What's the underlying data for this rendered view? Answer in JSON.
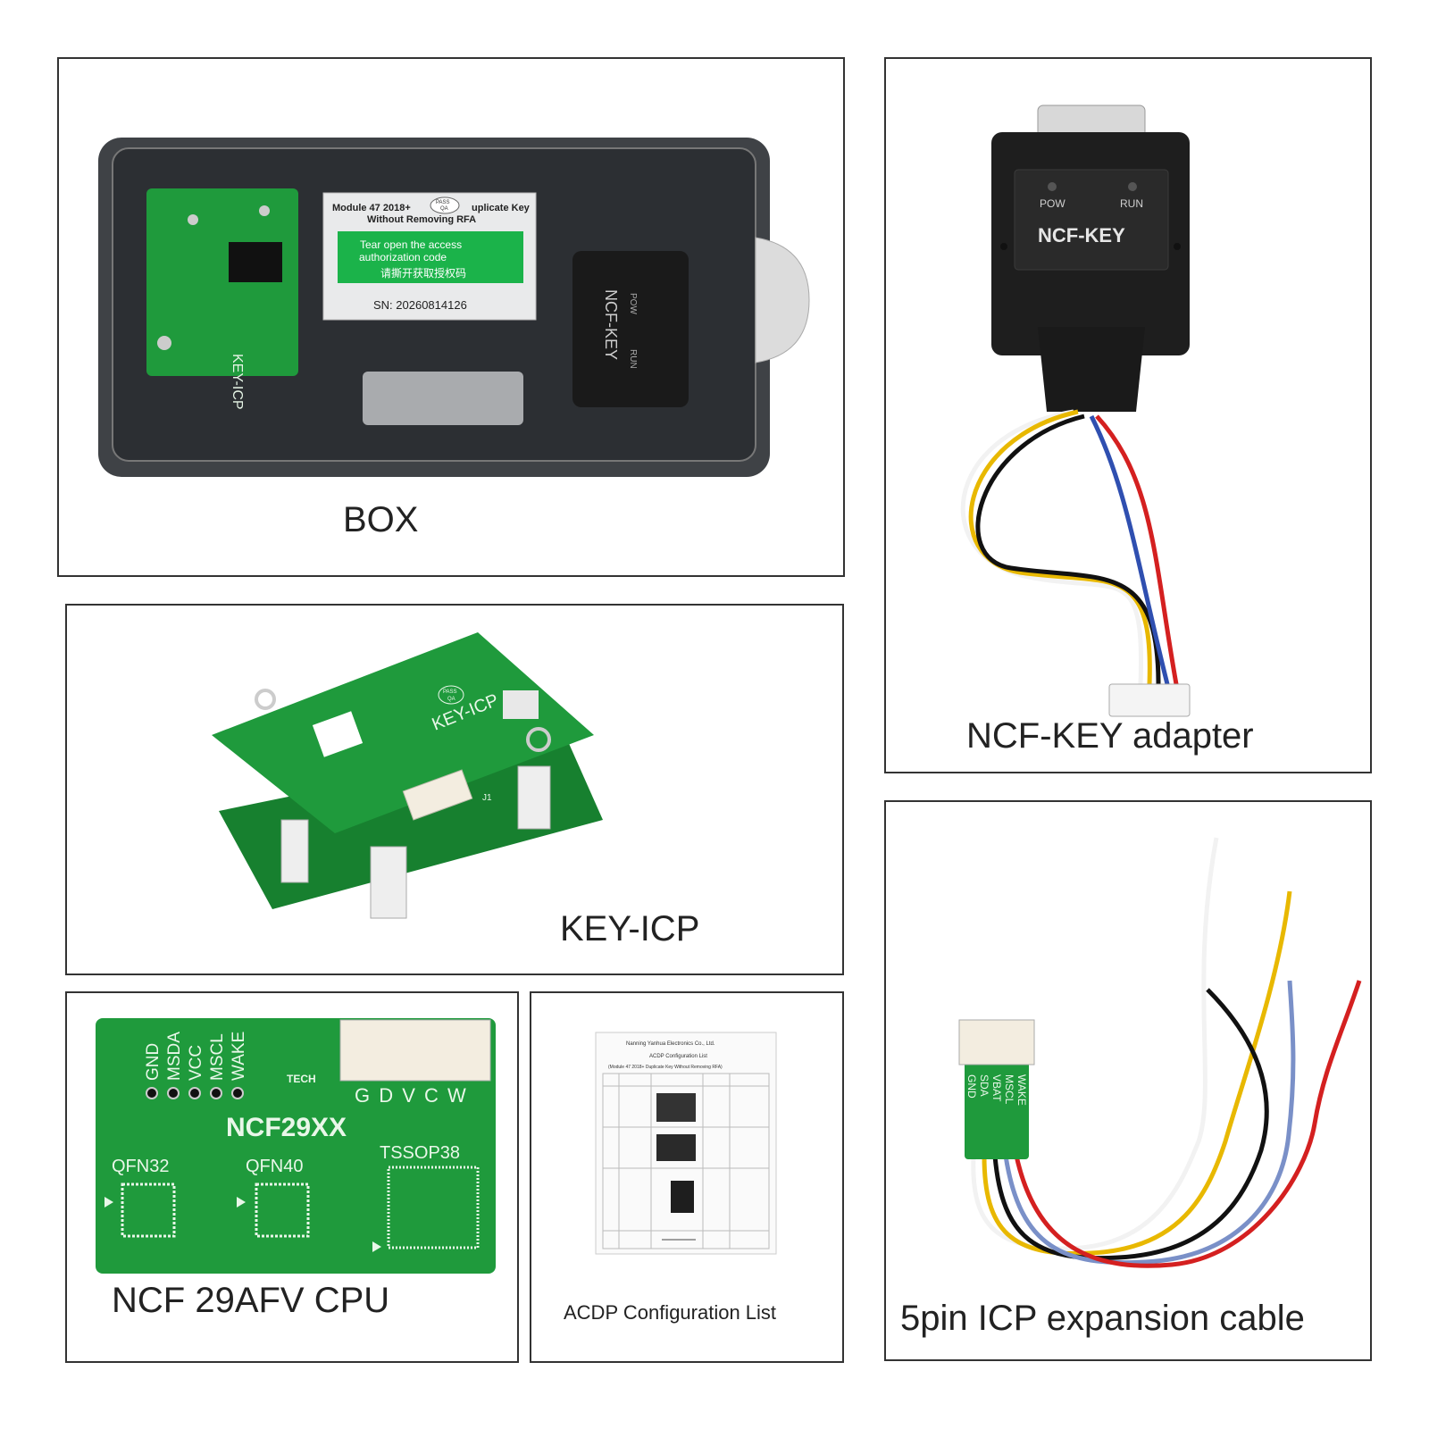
{
  "panels": {
    "box": {
      "caption": "BOX",
      "label": {
        "line1": "Module 47 2018+",
        "line1b": "uplicate Key",
        "line2": "Without Removing RFA",
        "pass_top": "PASS",
        "pass_bottom": "QA",
        "green_en1": "Tear open the access",
        "green_en2": "authorization code",
        "green_cn": "请撕开获取授权码",
        "sn": "SN: 20260814126"
      },
      "inner_adapter_text": "NCF-KEY",
      "inner_pow": "POW",
      "inner_run": "RUN",
      "board_text": "KEY-ICP"
    },
    "ncf_key": {
      "caption": "NCF-KEY adapter",
      "device_label": "NCF-KEY",
      "pow": "POW",
      "run": "RUN"
    },
    "key_icp": {
      "caption": "KEY-ICP",
      "board_text": "KEY-ICP",
      "pass_top": "PASS",
      "pass_bottom": "QA",
      "j1": "J1"
    },
    "ncf_cpu": {
      "caption": "NCF 29AFV CPU",
      "pins": [
        "GND",
        "MSDA",
        "VCC",
        "MSCL",
        "WAKE"
      ],
      "pin_letters": "G D V C W",
      "chip_name": "NCF29XX",
      "qfn32": "QFN32",
      "qfn40": "QFN40",
      "tssop38": "TSSOP38",
      "logo_text": "TECH"
    },
    "acdp": {
      "caption": "ACDP Configuration List",
      "doc_company": "Nanning Yanhua Electronics Co., Ltd.",
      "doc_title": "ACDP Configuration List",
      "doc_subtitle": "(Module 47 2018+ Duplicate Key Without Removing RFA)"
    },
    "cable": {
      "caption": "5pin ICP expansion cable",
      "col1": "GND",
      "col2": "SDA",
      "col3": "VBAT",
      "col4": "MSCL",
      "col5": "WAKE"
    }
  },
  "colors": {
    "pcb_green": "#1f9a3c",
    "label_green": "#1bb34a",
    "wire_red": "#d42020",
    "wire_yellow": "#e8b800",
    "wire_blue": "#2f4fb0",
    "wire_black": "#111111",
    "wire_white": "#f2f2f2"
  }
}
